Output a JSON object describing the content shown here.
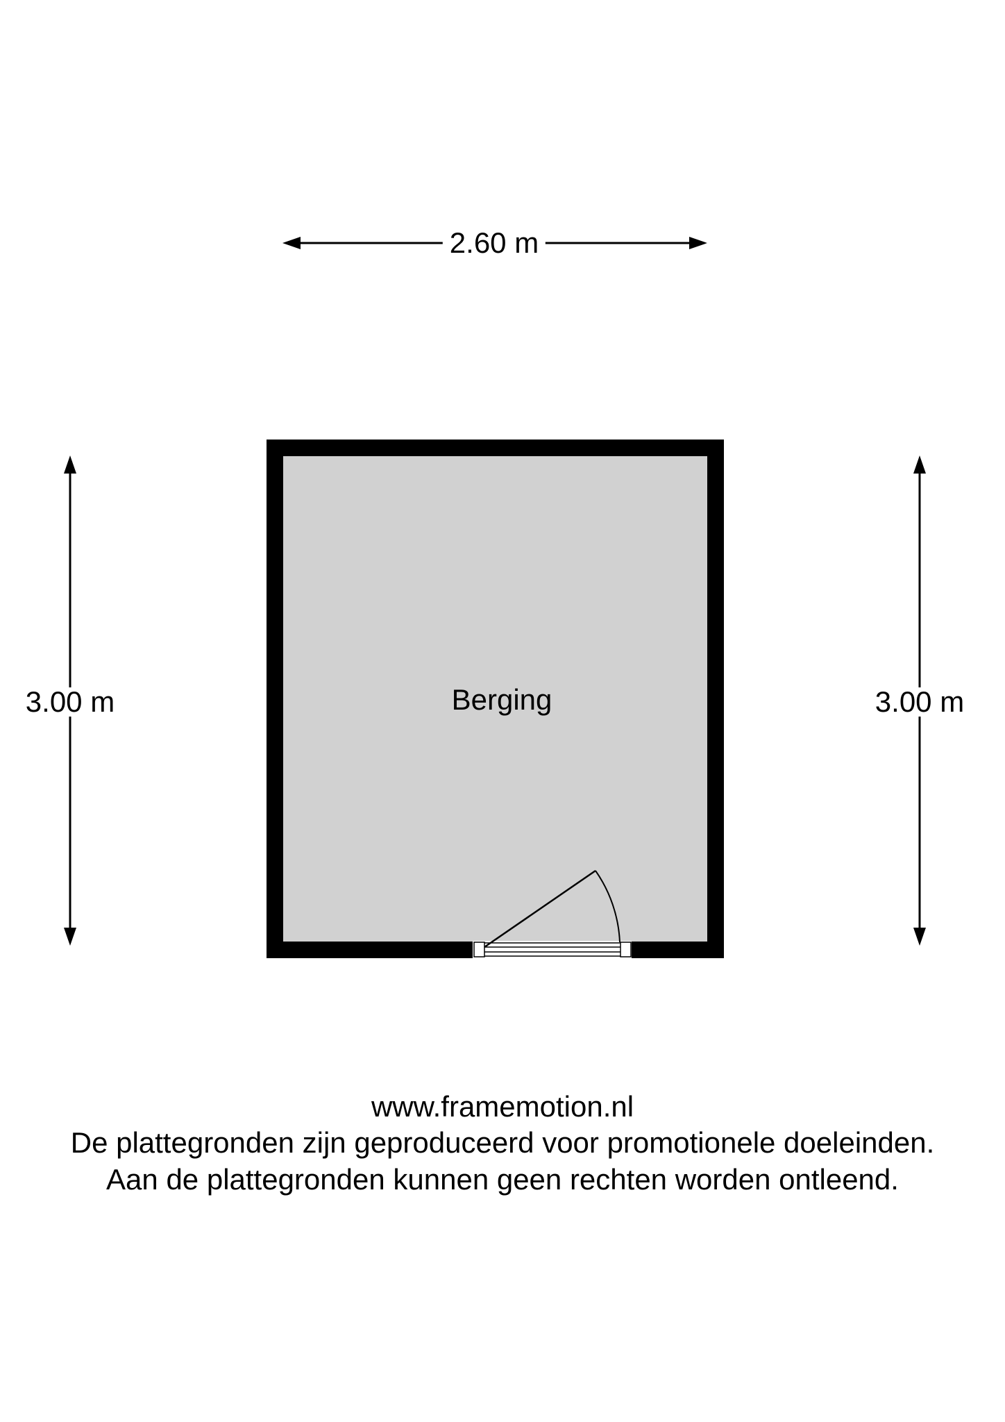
{
  "plan": {
    "room_name": "Berging",
    "width_label": "2.60 m",
    "height_left_label": "3.00 m",
    "height_right_label": "3.00 m",
    "colors": {
      "wall": "#000000",
      "floor": "#d1d1d1",
      "background": "#ffffff"
    }
  },
  "footer": {
    "website": "www.framemotion.nl",
    "disclaimer_1": "De plattegronden zijn geproduceerd voor promotionele doeleinden.",
    "disclaimer_2": "Aan de plattegronden kunnen geen rechten worden ontleend."
  }
}
